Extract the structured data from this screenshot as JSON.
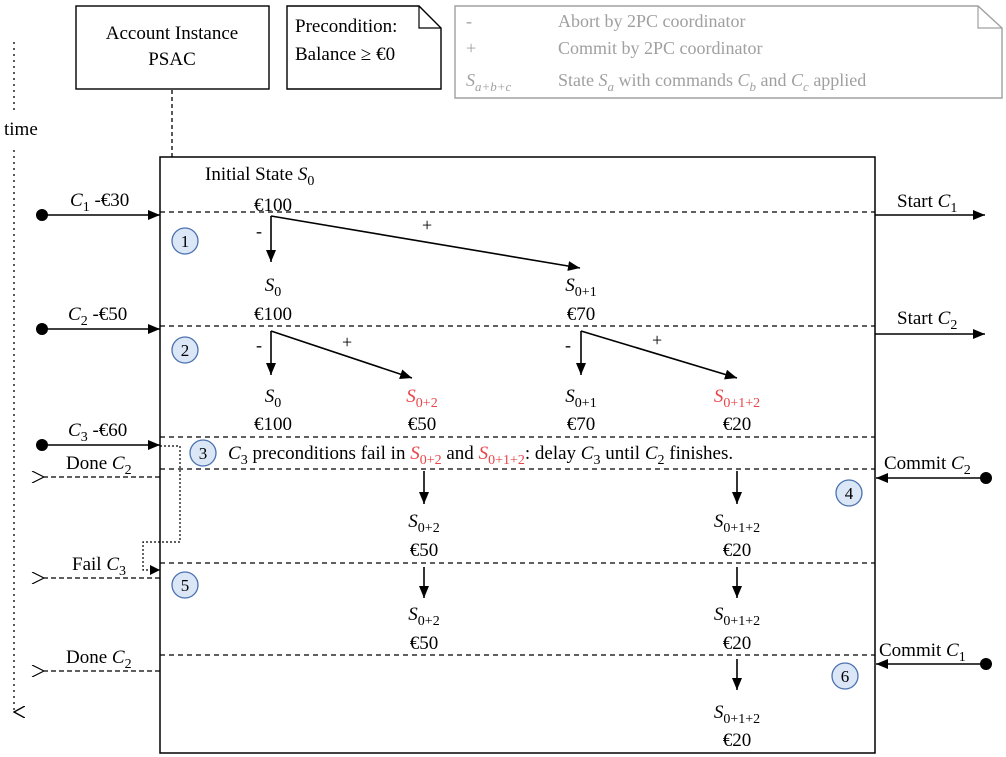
{
  "header": {
    "instance_line1": "Account Instance",
    "instance_line2": "PSAC",
    "precondition_line1": "Precondition:",
    "precondition_line2": "Balance  ≥  €0"
  },
  "legend": {
    "abort_sym": "-",
    "abort_text": "Abort by 2PC coordinator",
    "commit_sym": "+",
    "commit_text": "Commit by 2PC coordinator",
    "state_sym": "S",
    "state_sym_sub": "a+b+c",
    "state_text_parts": [
      "State ",
      "S",
      "a",
      " with commands ",
      "C",
      "b",
      " and ",
      "C",
      "c",
      " applied"
    ]
  },
  "time_label": "time",
  "initial_state": {
    "prefix": "Initial State ",
    "sym": "S",
    "sub": "0"
  },
  "inputs": [
    {
      "cmd": "C",
      "sub": "1",
      "amount": " -€30"
    },
    {
      "cmd": "C",
      "sub": "2",
      "amount": " -€50"
    },
    {
      "cmd": "C",
      "sub": "3",
      "amount": " -€60"
    }
  ],
  "outputs_left": [
    {
      "text": "Done ",
      "cmd": "C",
      "sub": "2"
    },
    {
      "text": "Fail ",
      "cmd": "C",
      "sub": "3"
    },
    {
      "text": "Done ",
      "cmd": "C",
      "sub": "2"
    }
  ],
  "outputs_right": [
    {
      "text": "Start ",
      "cmd": "C",
      "sub": "1"
    },
    {
      "text": "Start ",
      "cmd": "C",
      "sub": "2"
    }
  ],
  "commits_in": [
    {
      "text": "Commit ",
      "cmd": "C",
      "sub": "2"
    },
    {
      "text": "Commit ",
      "cmd": "C",
      "sub": "1"
    }
  ],
  "step_numbers": [
    "1",
    "2",
    "3",
    "4",
    "5",
    "6"
  ],
  "states": {
    "s0_value": "€100",
    "r1": [
      {
        "sym": "S",
        "sub": "0",
        "value": "€100"
      },
      {
        "sym": "S",
        "sub": "0+1",
        "value": "€70"
      }
    ],
    "r2": [
      {
        "sym": "S",
        "sub": "0",
        "value": "€100"
      },
      {
        "sym": "S",
        "sub": "0+2",
        "value": "€50"
      },
      {
        "sym": "S",
        "sub": "0+1",
        "value": "€70"
      },
      {
        "sym": "S",
        "sub": "0+1+2",
        "value": "€20"
      }
    ],
    "r3": [
      {
        "sym": "S",
        "sub": "0+2",
        "value": "€50"
      },
      {
        "sym": "S",
        "sub": "0+1+2",
        "value": "€20"
      }
    ],
    "r4": [
      {
        "sym": "S",
        "sub": "0+2",
        "value": "€50"
      },
      {
        "sym": "S",
        "sub": "0+1+2",
        "value": "€20"
      }
    ],
    "r5": [
      {
        "sym": "S",
        "sub": "0+1+2",
        "value": "€20"
      }
    ]
  },
  "branch_labels": {
    "abort": "-",
    "commit": "+"
  },
  "note3": {
    "cmd": "C",
    "sub": "3",
    "p1": " preconditions fail in ",
    "s_a": "S",
    "s_a_sub": "0+2",
    "and": " and ",
    "s_b": "S",
    "s_b_sub": "0+1+2",
    "p2": ": delay ",
    "cmd2": "C",
    "sub2": "3",
    "p3": "  until ",
    "cmd3": "C",
    "sub3": "2",
    "p4": " finishes."
  },
  "colors": {
    "ink": "#000000",
    "legend_gray": "#a0a0a0",
    "highlight_red": "#e8454a",
    "circle_fill": "#dbe6f7",
    "circle_stroke": "#4a72b0"
  }
}
